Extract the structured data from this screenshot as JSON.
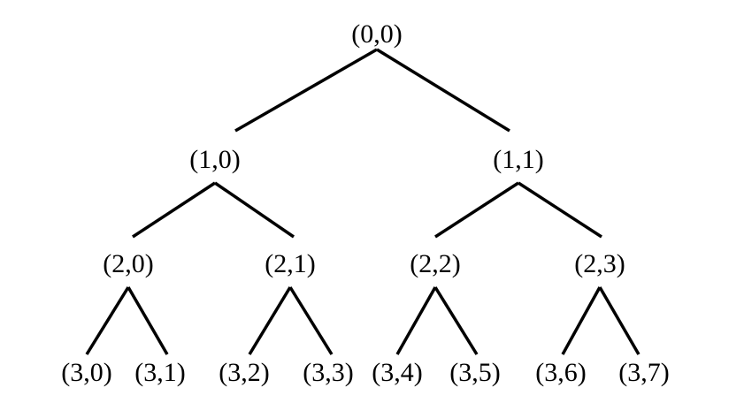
{
  "diagram": {
    "type": "tree",
    "colors": {
      "background": "#ffffff",
      "ink": "#000000"
    },
    "nodes": [
      {
        "id": "0-0",
        "label": "(0,0)",
        "parent": null
      },
      {
        "id": "1-0",
        "label": "(1,0)",
        "parent": "0-0"
      },
      {
        "id": "1-1",
        "label": "(1,1)",
        "parent": "0-0"
      },
      {
        "id": "2-0",
        "label": "(2,0)",
        "parent": "1-0"
      },
      {
        "id": "2-1",
        "label": "(2,1)",
        "parent": "1-0"
      },
      {
        "id": "2-2",
        "label": "(2,2)",
        "parent": "1-1"
      },
      {
        "id": "2-3",
        "label": "(2,3)",
        "parent": "1-1"
      },
      {
        "id": "3-0",
        "label": "(3,0)",
        "parent": "2-0"
      },
      {
        "id": "3-1",
        "label": "(3,1)",
        "parent": "2-0"
      },
      {
        "id": "3-2",
        "label": "(3,2)",
        "parent": "2-1"
      },
      {
        "id": "3-3",
        "label": "(3,3)",
        "parent": "2-1"
      },
      {
        "id": "3-4",
        "label": "(3,4)",
        "parent": "2-2"
      },
      {
        "id": "3-5",
        "label": "(3,5)",
        "parent": "2-2"
      },
      {
        "id": "3-6",
        "label": "(3,6)",
        "parent": "2-3"
      },
      {
        "id": "3-7",
        "label": "(3,7)",
        "parent": "2-3"
      }
    ]
  }
}
